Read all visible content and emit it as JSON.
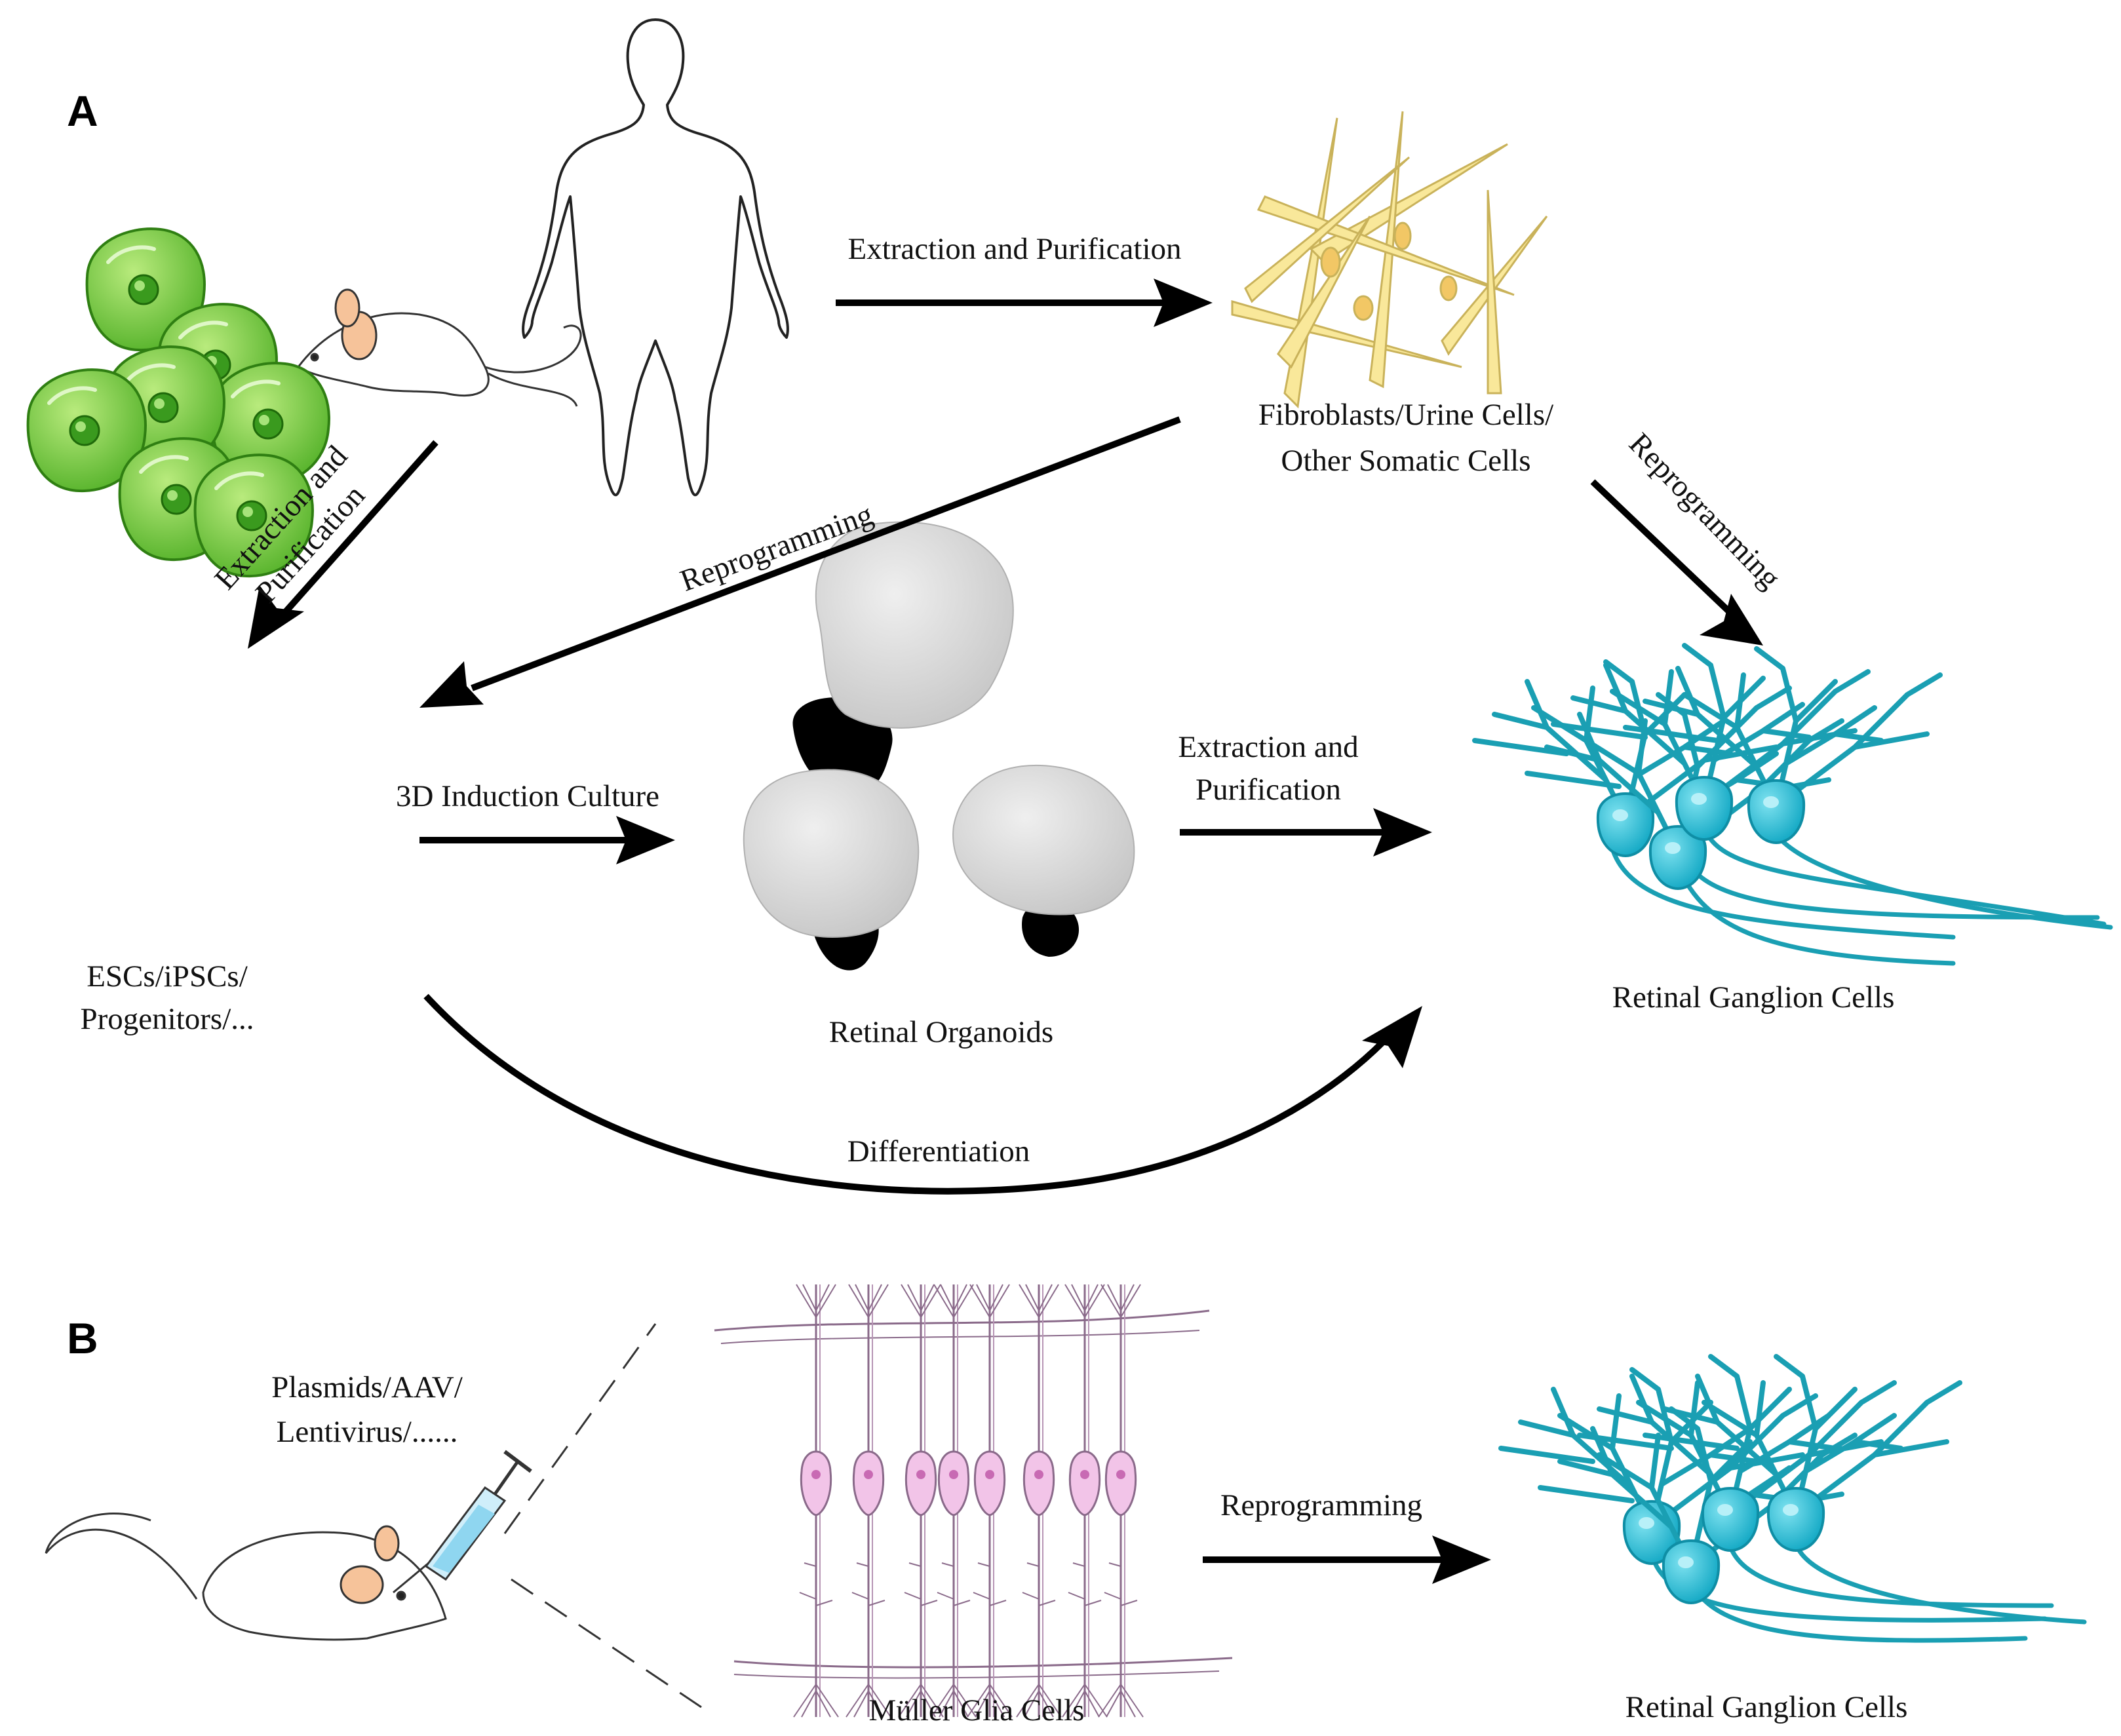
{
  "panels": {
    "a": "A",
    "b": "B"
  },
  "labels": {
    "extraction_top": "Extraction and Purification",
    "extraction_left_1": "Extraction and",
    "extraction_left_2": "Purification",
    "reprogramming_diag": "Reprogramming",
    "reprogramming_right": "Reprogramming",
    "fibro_1": "Fibroblasts/Urine Cells/",
    "fibro_2": "Other Somatic Cells",
    "induction": "3D Induction Culture",
    "extraction_mid_1": "Extraction and",
    "extraction_mid_2": "Purification",
    "stem_1": "ESCs/iPSCs/",
    "stem_2": "Progenitors/...",
    "organoids": "Retinal Organoids",
    "rgc_a": "Retinal Ganglion Cells",
    "differentiation": "Differentiation",
    "vector_1": "Plasmids/AAV/",
    "vector_2": "Lentivirus/......",
    "reprogramming_b": "Reprogramming",
    "muller": "Müller Glia Cells",
    "rgc_b": "Retinal Ganglion Cells"
  },
  "colors": {
    "stem_cell": "#7cc843",
    "fibroblast": "#f8e58c",
    "organoid": "#d4d4d4",
    "rgc": "#22b5cf",
    "muller": "#e6b7dc"
  },
  "icons": [
    "human-silhouette-icon",
    "mouse-icon",
    "syringe-icon"
  ]
}
